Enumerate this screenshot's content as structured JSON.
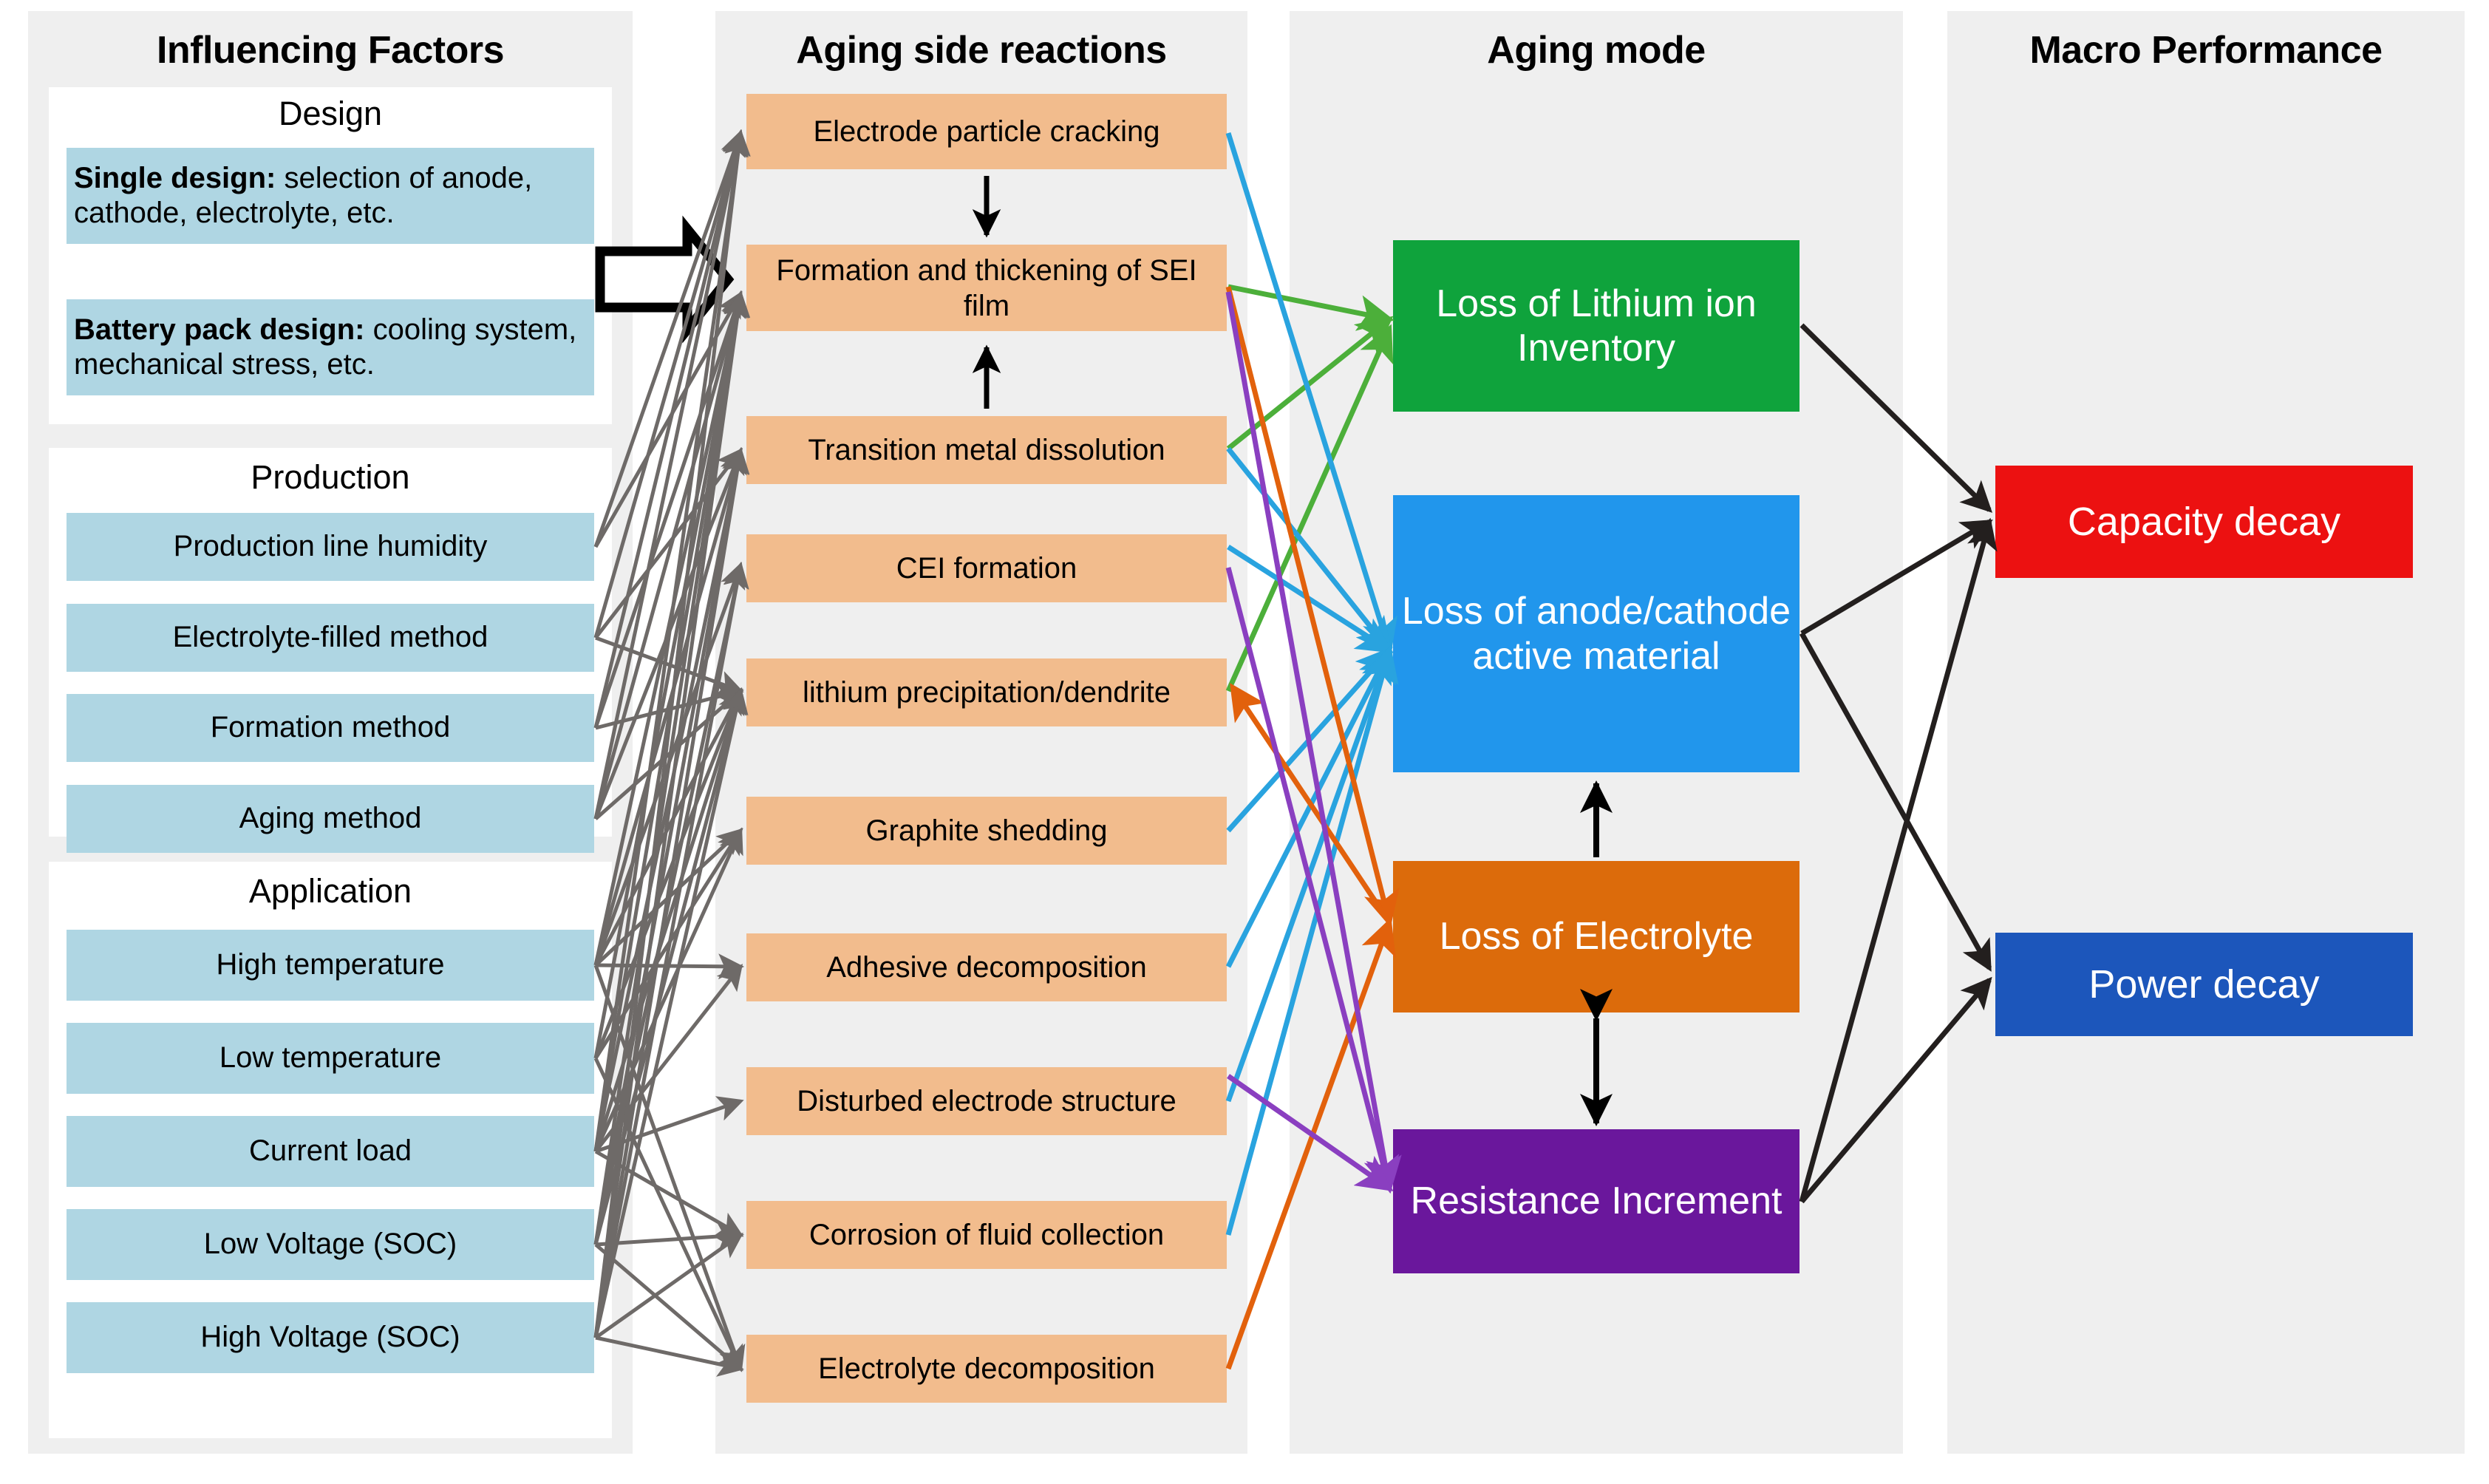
{
  "columns": {
    "influencing": {
      "title": "Influencing Factors",
      "groups": [
        {
          "title": "Design",
          "items": [
            {
              "bold": "Single design:",
              "rest": " selection of anode, cathode, electrolyte, etc."
            },
            {
              "bold": "Battery pack design:",
              "rest": " cooling system, mechanical stress, etc."
            }
          ]
        },
        {
          "title": "Production",
          "items": [
            {
              "label": "Production line humidity"
            },
            {
              "label": "Electrolyte-filled method"
            },
            {
              "label": "Formation method"
            },
            {
              "label": "Aging method"
            }
          ]
        },
        {
          "title": "Application",
          "items": [
            {
              "label": "High temperature"
            },
            {
              "label": "Low temperature"
            },
            {
              "label": "Current load"
            },
            {
              "label": "Low Voltage (SOC)"
            },
            {
              "label": "High Voltage (SOC)"
            }
          ]
        }
      ]
    },
    "aging_reactions": {
      "title": "Aging side reactions",
      "items": [
        {
          "label": "Electrode particle cracking"
        },
        {
          "label": "Formation and thickening of SEI film"
        },
        {
          "label": "Transition metal dissolution"
        },
        {
          "label": "CEI formation"
        },
        {
          "label": "lithium precipitation/dendrite"
        },
        {
          "label": "Graphite shedding"
        },
        {
          "label": "Adhesive decomposition"
        },
        {
          "label": "Disturbed electrode structure"
        },
        {
          "label": "Corrosion of fluid collection"
        },
        {
          "label": "Electrolyte decomposition"
        }
      ]
    },
    "aging_mode": {
      "title": "Aging mode",
      "items": [
        {
          "label": "Loss of Lithium ion Inventory",
          "color": "#0FA33C"
        },
        {
          "label": "Loss of anode/cathode active material",
          "color": "#2196EC"
        },
        {
          "label": "Loss of Electrolyte",
          "color": "#DC6B0B"
        },
        {
          "label": "Resistance Increment",
          "color": "#6A179C"
        }
      ]
    },
    "macro": {
      "title": "Macro Performance",
      "items": [
        {
          "label": "Capacity decay",
          "color": "#EC1111"
        },
        {
          "label": "Power decay",
          "color": "#1C56BB"
        }
      ]
    }
  },
  "palette": {
    "panel_bg": "#EFEFEF",
    "group_bg": "#FFFFFF",
    "factor_fill": "#AFD6E3",
    "reaction_fill": "#F2BC8D",
    "gray_connector": "#6E6A68",
    "black_connector": "#231F1E",
    "green_connector": "#4CAF3A",
    "blue_connector": "#29A3DF",
    "orange_connector": "#E2610C",
    "purple_connector": "#8A3FC0"
  },
  "icons": {
    "block_arrow": "block-arrow-right-icon",
    "down_arrow": "arrow-down-icon",
    "up_arrow": "arrow-up-icon",
    "double_arrow": "arrow-double-vertical-icon"
  }
}
